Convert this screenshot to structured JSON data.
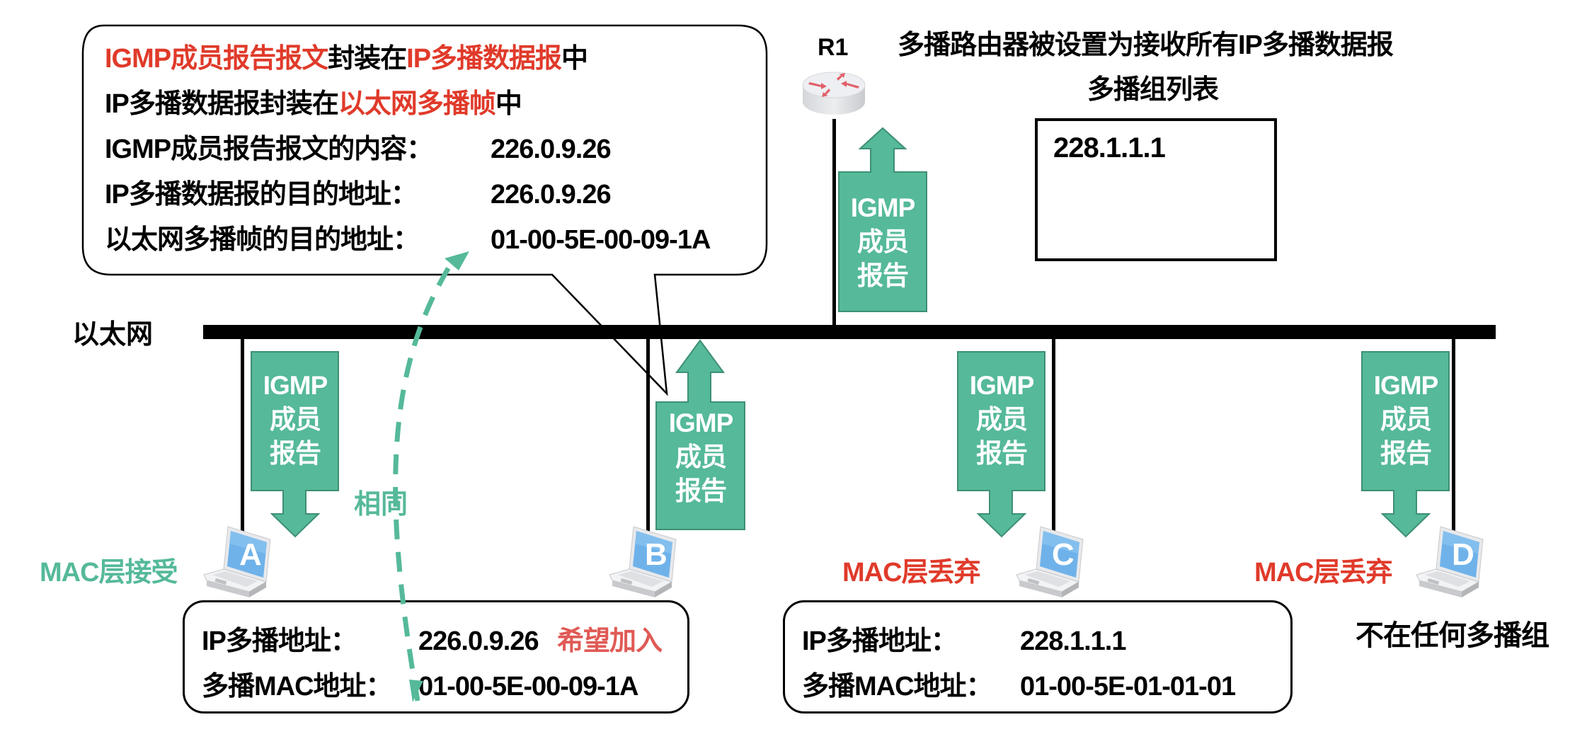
{
  "callout": {
    "line1": {
      "part1": "IGMP成员报告报文",
      "part2": "封装在",
      "part3": "IP多播数据报",
      "part4": "中"
    },
    "line2": {
      "part1": "IP多播数据报封装在",
      "part2": "以太网多播帧",
      "part3": "中"
    },
    "line3": {
      "label": "IGMP成员报告报文的内容：",
      "value": "226.0.9.26"
    },
    "line4": {
      "label": "IP多播数据报的目的地址：",
      "value": "226.0.9.26"
    },
    "line5": {
      "label": "以太网多播帧的目的地址：",
      "value": "01-00-5E-00-09-1A"
    }
  },
  "router": {
    "name": "R1",
    "icon": "router-icon",
    "heading": "多播路由器被设置为接收所有IP多播数据报",
    "group_list_title": "多播组列表",
    "group_list": [
      "228.1.1.1"
    ]
  },
  "network": {
    "label": "以太网"
  },
  "report_label": {
    "line1": "IGMP",
    "line2": "成员",
    "line3": "报告"
  },
  "same_label": "相同",
  "hosts": [
    {
      "name": "A",
      "icon": "laptop-icon",
      "status": "MAC层接受",
      "status_color": "#55B99A"
    },
    {
      "name": "B",
      "icon": "laptop-icon"
    },
    {
      "name": "C",
      "icon": "laptop-icon",
      "status": "MAC层丢弃",
      "status_color": "#E03A2A"
    },
    {
      "name": "D",
      "icon": "laptop-icon",
      "status": "MAC层丢弃",
      "status_color": "#E03A2A",
      "note": "不在任何多播组"
    }
  ],
  "info_a": {
    "ip_label": "IP多播地址：",
    "ip_value": "226.0.9.26",
    "ip_note": "希望加入",
    "mac_label": "多播MAC地址：",
    "mac_value": "01-00-5E-00-09-1A"
  },
  "info_c": {
    "ip_label": "IP多播地址：",
    "ip_value": "228.1.1.1",
    "mac_label": "多播MAC地址：",
    "mac_value": "01-00-5E-01-01-01"
  },
  "colors": {
    "accent_green": "#55B99A",
    "accent_green_border": "#3E8F75",
    "highlight_red": "#E03A2A",
    "note_red": "#E05A55",
    "laptop_screen": "#6FB2EA"
  }
}
